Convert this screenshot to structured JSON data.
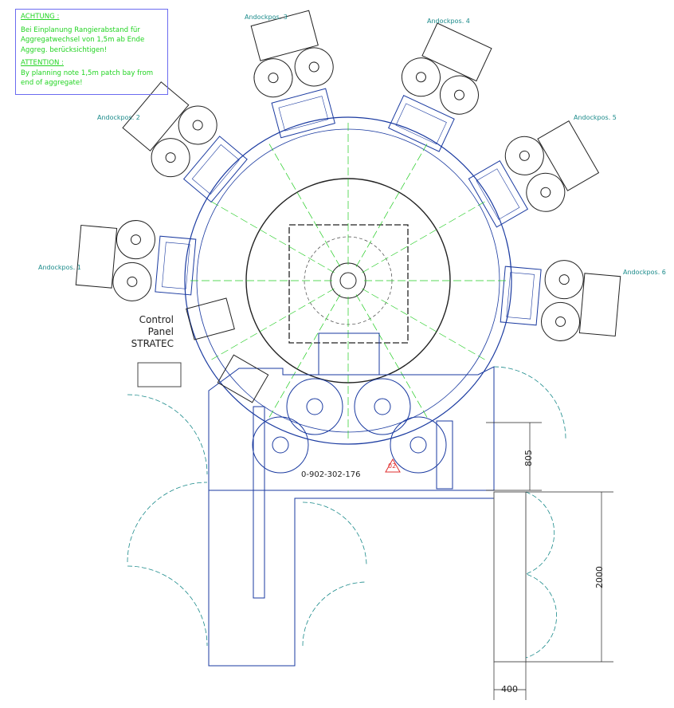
{
  "note": {
    "heading_de": "ACHTUNG :",
    "text_de": "Bei Einplanung Rangierabstand für Aggregatwechsel von 1,5m ab Ende Aggreg. berücksichtigen!",
    "heading_en": "ATTENTION :",
    "text_en": "By planning note 1,5m patch bay from end of aggregate!"
  },
  "docking_positions": [
    "Andockpos. 1",
    "Andockpos. 2",
    "Andockpos. 3",
    "Andockpos. 4",
    "Andockpos. 5",
    "Andockpos. 6"
  ],
  "control_panel": {
    "line1": "Control Panel",
    "line2": "STRATEC"
  },
  "drawing_number": "0-902-302-176",
  "revision_marker": "02",
  "dimensions": {
    "d805": "805",
    "d2000": "2000",
    "d400": "400"
  },
  "colors": {
    "frame": "#1a3aa0",
    "center": "#222222",
    "green": "#22cc22",
    "door": "#1a8a8a",
    "note": "#22d422",
    "rev": "#e03030"
  }
}
